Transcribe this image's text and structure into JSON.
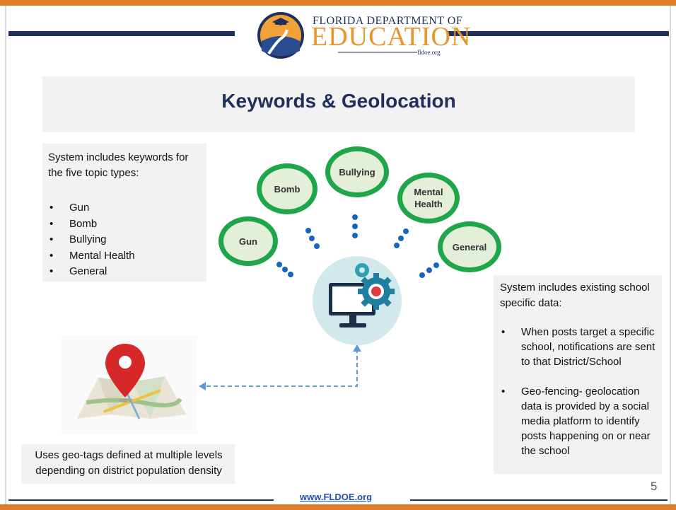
{
  "header": {
    "logo_line1": "FLORIDA DEPARTMENT OF",
    "logo_line2": "EDUCATION",
    "logo_line3": "fldoe.org"
  },
  "slide": {
    "title": "Keywords & Geolocation",
    "keywords_box": {
      "intro": "System includes keywords for the five topic types:",
      "items": [
        "Gun",
        "Bomb",
        "Bullying",
        "Mental Health",
        "General"
      ]
    },
    "school_box": {
      "intro": "System includes existing school specific data:",
      "items": [
        "When posts target a specific school, notifications are sent to that District/School",
        "Geo-fencing- geolocation data is provided by a social media platform to identify posts happening on or near the school"
      ]
    },
    "geo_caption": "Uses geo-tags defined at multiple levels depending on district population density",
    "bubbles": {
      "gun": "Gun",
      "bomb": "Bomb",
      "bullying": "Bullying",
      "mental": "Mental Health",
      "general": "General"
    },
    "icons": [
      "computer-gear-icon",
      "map-pin-icon"
    ]
  },
  "footer": {
    "link": "www.FLDOE.org",
    "page_number": "5"
  },
  "colors": {
    "navy": "#1f2f5e",
    "orange": "#e07b2a",
    "bubble_green": "#1fa64a",
    "bubble_fill": "#e3efd9",
    "dot_blue": "#1565c0",
    "link_blue": "#1f4fb0"
  }
}
